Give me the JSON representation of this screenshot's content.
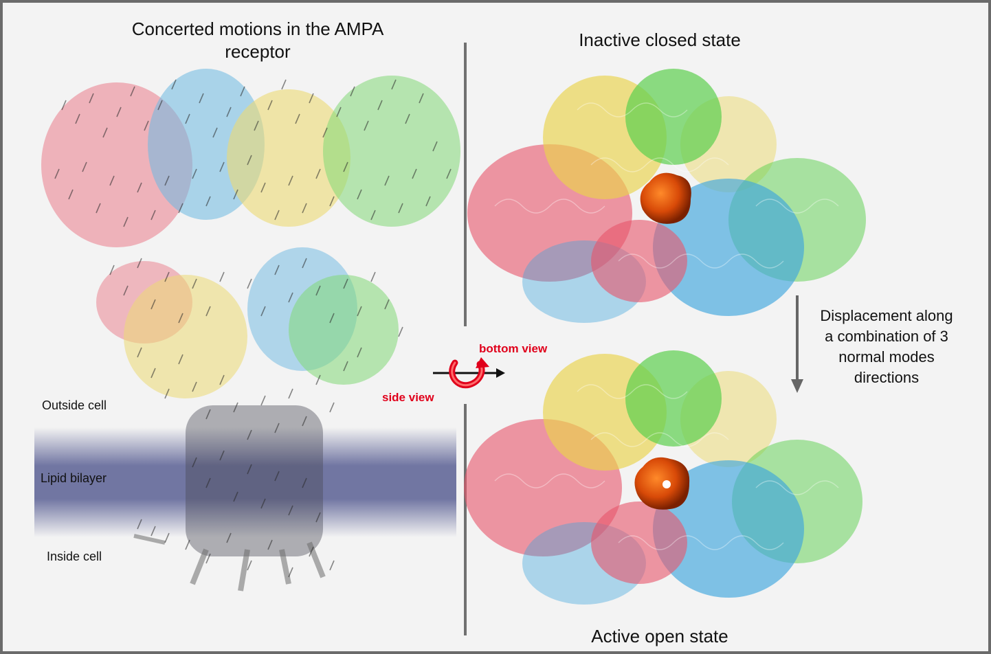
{
  "left_panel": {
    "title_line1": "Concerted motions in the AMPA",
    "title_line2": "receptor",
    "membrane_labels": {
      "outside": "Outside cell",
      "bilayer": "Lipid bilayer",
      "inside": "Inside cell"
    }
  },
  "right_panel": {
    "top_title": "Inactive closed state",
    "bottom_title": "Active open state",
    "displacement_line1": "Displacement along",
    "displacement_line2": "a combination of 3",
    "displacement_line3": "normal modes",
    "displacement_line4": "directions"
  },
  "rotation": {
    "side_label": "side view",
    "bottom_label": "bottom view"
  },
  "colors": {
    "subunit_red": "#e8556a",
    "subunit_blue": "#3fa6dd",
    "subunit_yellow": "#e9d24a",
    "subunit_green": "#5ccf4e",
    "pore": "#d84a08",
    "membrane": "#6a6f9e",
    "divider": "#707070",
    "label_red": "#e0001b"
  }
}
